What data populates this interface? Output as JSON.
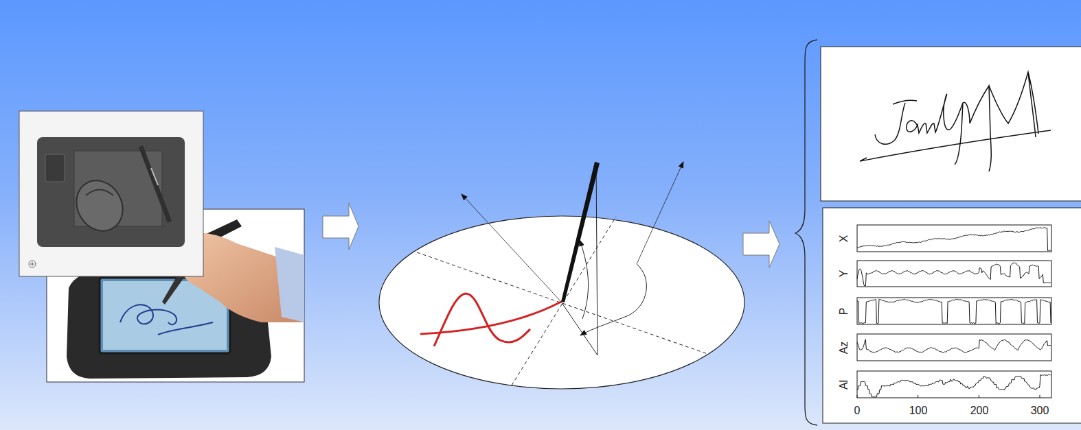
{
  "diagram": {
    "labels": [
      "X",
      "Y",
      "P",
      "Az",
      "Al",
      "0",
      "100",
      "200",
      "300"
    ]
  }
}
